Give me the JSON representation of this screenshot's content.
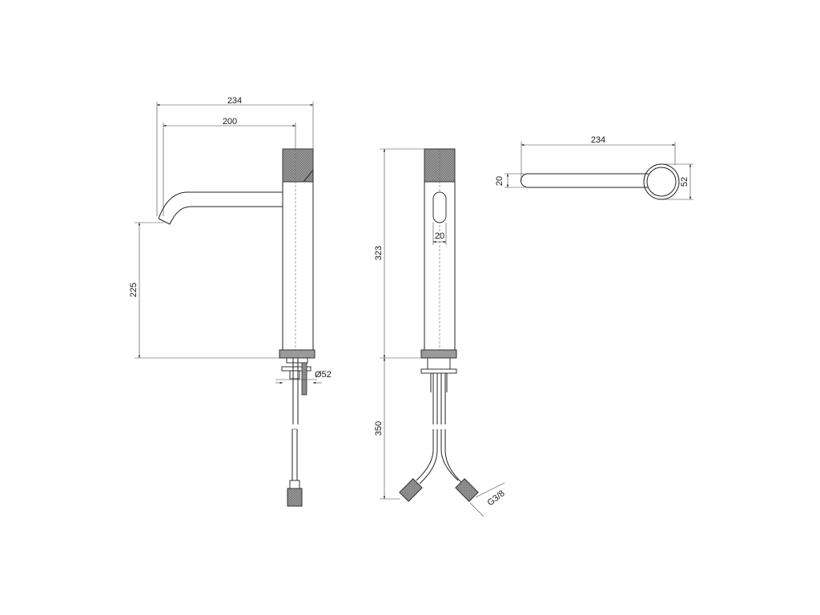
{
  "side_view": {
    "width_total": "234",
    "spout_reach": "200",
    "spout_height": "225",
    "base_diameter": "Ø52"
  },
  "front_view": {
    "body_height": "323",
    "handle_slot_width": "20",
    "hose_length": "350",
    "thread": "G3/8"
  },
  "top_view": {
    "width_total": "234",
    "spout_thickness": "20",
    "body_diameter": "52"
  }
}
